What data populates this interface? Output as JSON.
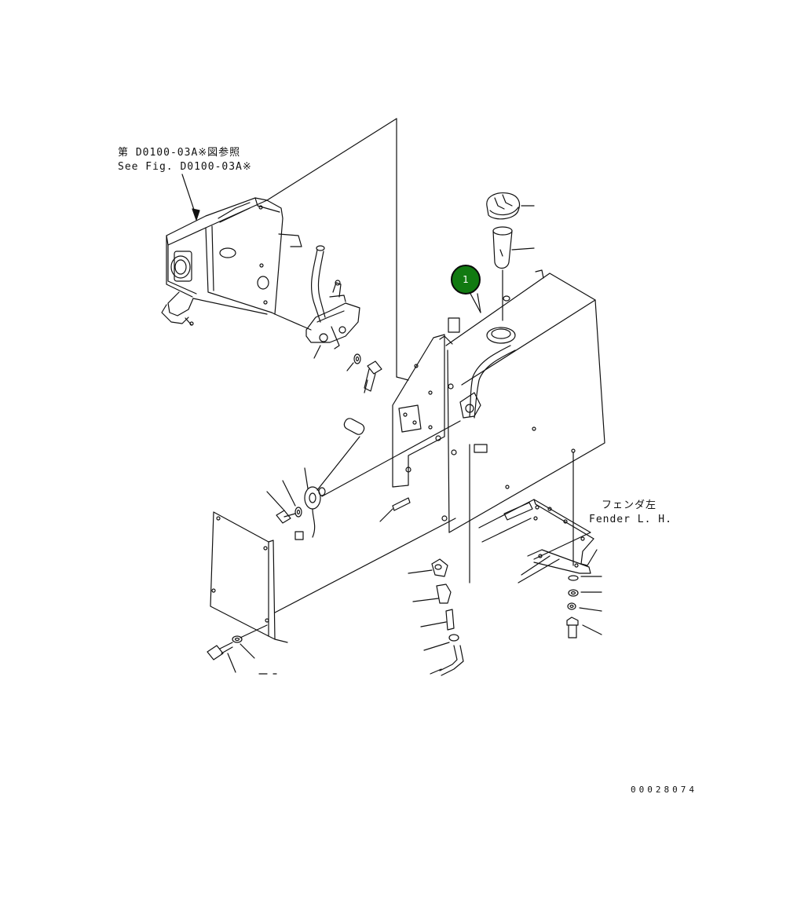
{
  "labels": {
    "reference_jp": "第 D0100-03A※図参照",
    "reference_en": "See Fig. D0100-03A※",
    "fender_jp": "フェンダ左",
    "fender_en": "Fender L. H.",
    "document_number": "00028074"
  },
  "callout": {
    "number": "1",
    "color": "#117a11"
  }
}
